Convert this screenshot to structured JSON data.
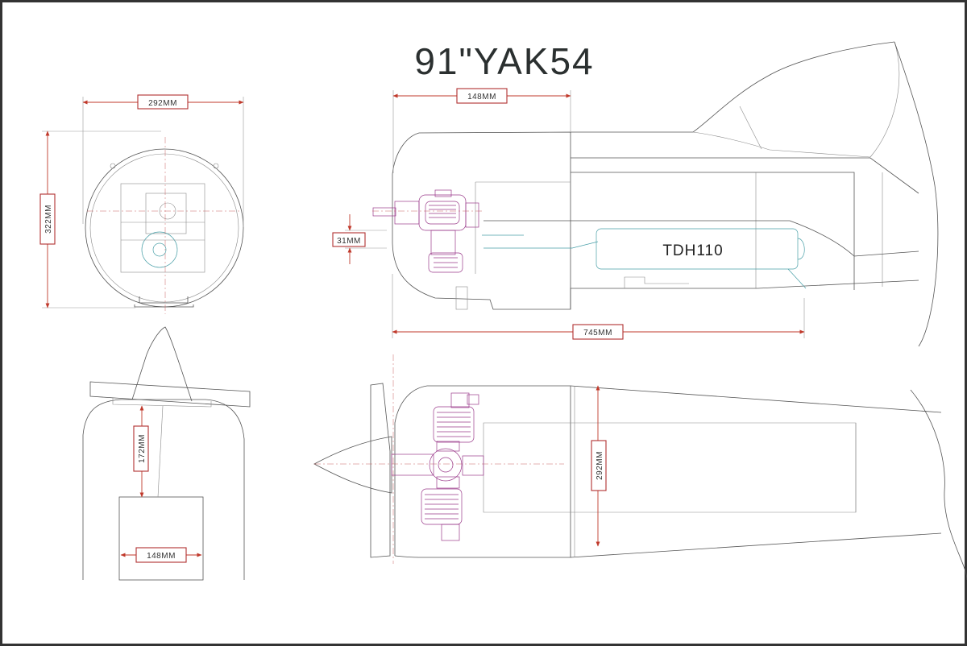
{
  "title": "91\"YAK54",
  "component_label": "TDH110",
  "dimensions": {
    "front_width": "292MM",
    "front_height": "322MM",
    "side_cowl_length": "148MM",
    "side_offset": "31MM",
    "side_overall": "745MM",
    "bottom_height": "172MM",
    "bottom_width": "148MM",
    "top_width": "292MM"
  },
  "colors": {
    "frame": "#333333",
    "dimension": "#c0392b",
    "engine": "#9a3a8a",
    "fuel_line": "#4aa0a8"
  }
}
